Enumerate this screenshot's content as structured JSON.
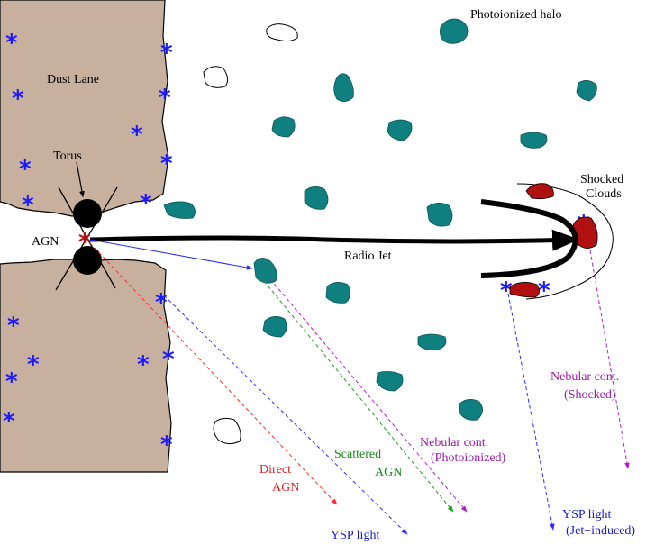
{
  "labels": {
    "halo": "Photoionized halo",
    "dust_lane": "Dust Lane",
    "torus": "Torus",
    "agn": "AGN",
    "radio_jet": "Radio Jet",
    "shocked_clouds_1": "Shocked",
    "shocked_clouds_2": "Clouds",
    "nebular_shocked_1": "Nebular cont.",
    "nebular_shocked_2": "(Shocked)",
    "nebular_photo_1": "Nebular cont.",
    "nebular_photo_2": "(Photoionized)",
    "scattered_1": "Scattered",
    "scattered_2": "AGN",
    "direct_1": "Direct",
    "direct_2": "AGN",
    "ysp": "YSP light",
    "ysp_jet_1": "YSP light",
    "ysp_jet_2": "(Jet−induced)"
  },
  "star_glyph": "*",
  "colors": {
    "dust": "#c8b09f",
    "cloud": "#0f7f7f",
    "shocked_cloud": "#b01010",
    "star": "#1a1aff",
    "direct": "#ff2a2a",
    "scattered": "#1f9a1f",
    "nebular": "#b020c0",
    "ysp": "#2b2bff",
    "text": "#000000"
  }
}
